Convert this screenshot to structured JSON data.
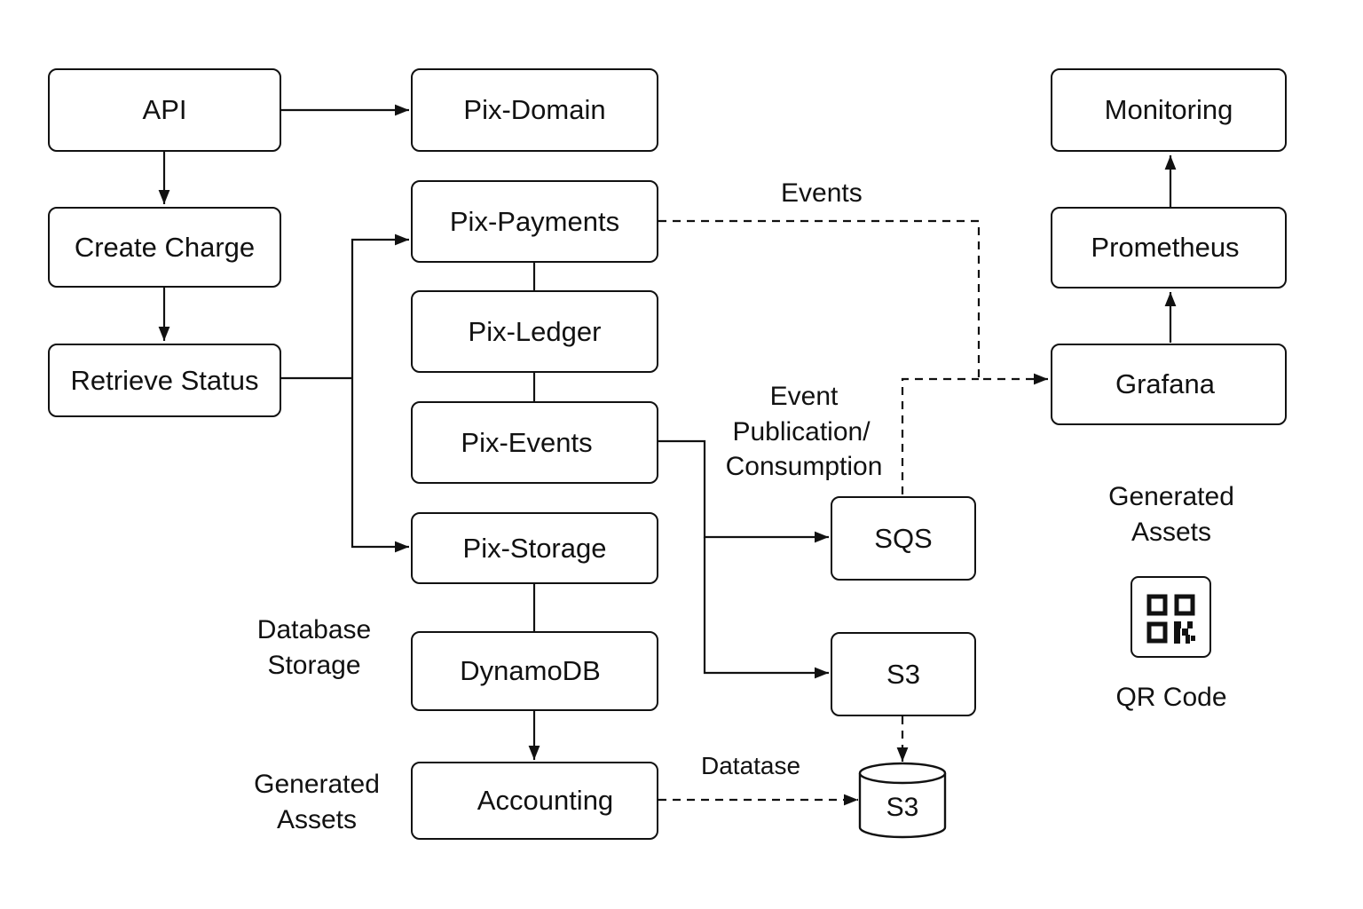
{
  "nodes": {
    "api": "API",
    "create_charge": "Create Charge",
    "retrieve_status": "Retrieve Status",
    "pix_domain": "Pix-Domain",
    "pix_payments": "Pix-Payments",
    "pix_ledger": "Pix-Ledger",
    "pix_events": "Pix-Events",
    "pix_storage": "Pix-Storage",
    "dynamodb": "DynamoDB",
    "accounting": "Accounting",
    "sqs": "SQS",
    "s3": "S3",
    "s3_store": "S3",
    "monitoring": "Monitoring",
    "prometheus": "Prometheus",
    "grafana": "Grafana"
  },
  "labels": {
    "events": "Events",
    "event_pub_line1": "Event",
    "event_pub_line2": "Publication/",
    "event_pub_line3": "Consumption",
    "database_storage_line1": "Database",
    "database_storage_line2": "Storage",
    "generated_assets_left_line1": "Generated",
    "generated_assets_left_line2": "Assets",
    "generated_assets_right_line1": "Generated",
    "generated_assets_right_line2": "Assets",
    "qr_code": "QR Code",
    "datatase": "Datatase"
  },
  "icons": {
    "qr": "qr-code-icon"
  }
}
